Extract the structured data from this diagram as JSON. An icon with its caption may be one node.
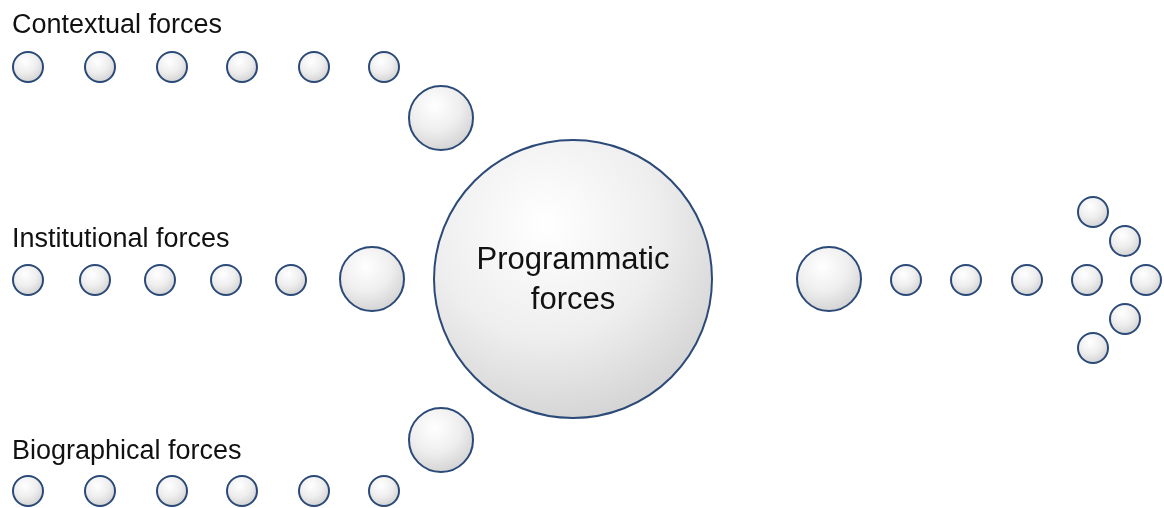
{
  "diagram": {
    "nodes": [
      {
        "text": [],
        "shape": "circle"
      },
      {
        "text": [],
        "shape": "circle"
      },
      {
        "text": [],
        "shape": "circle"
      },
      {
        "text": [],
        "shape": "circle"
      },
      {
        "text": [],
        "shape": "circle"
      },
      {
        "text": [],
        "shape": "circle"
      },
      {
        "text": [],
        "shape": "circle"
      },
      {
        "text": [],
        "shape": "circle"
      },
      {
        "text": [],
        "shape": "circle"
      },
      {
        "text": [],
        "shape": "circle"
      },
      {
        "text": [],
        "shape": "circle"
      },
      {
        "text": [],
        "shape": "circle"
      },
      {
        "text": [],
        "shape": "circle"
      },
      {
        "text": [
          "Programmatic forces"
        ]
      },
      {
        "text": [],
        "shape": "circle"
      },
      {
        "text": [],
        "shape": "circle"
      },
      {
        "text": [],
        "shape": "circle"
      },
      {
        "text": [],
        "shape": "circle"
      },
      {
        "text": [],
        "shape": "circle"
      },
      {
        "text": [],
        "shape": "circle"
      },
      {
        "text": [],
        "shape": "circle"
      },
      {
        "text": [],
        "shape": "circle"
      },
      {
        "text": [],
        "shape": "circle"
      },
      {
        "text": [],
        "shape": "circle"
      },
      {
        "text": [],
        "shape": "circle"
      },
      {
        "text": [],
        "shape": "circle"
      },
      {
        "text": [],
        "shape": "circle"
      },
      {
        "text": [],
        "shape": "circle"
      },
      {
        "text": [],
        "shape": "circle"
      },
      {
        "text": [],
        "shape": "circle"
      },
      {
        "text": [],
        "shape": "circle"
      }
    ],
    "labels": [
      "Contextual forces",
      "Institutional forces",
      "Biographical forces"
    ]
  }
}
